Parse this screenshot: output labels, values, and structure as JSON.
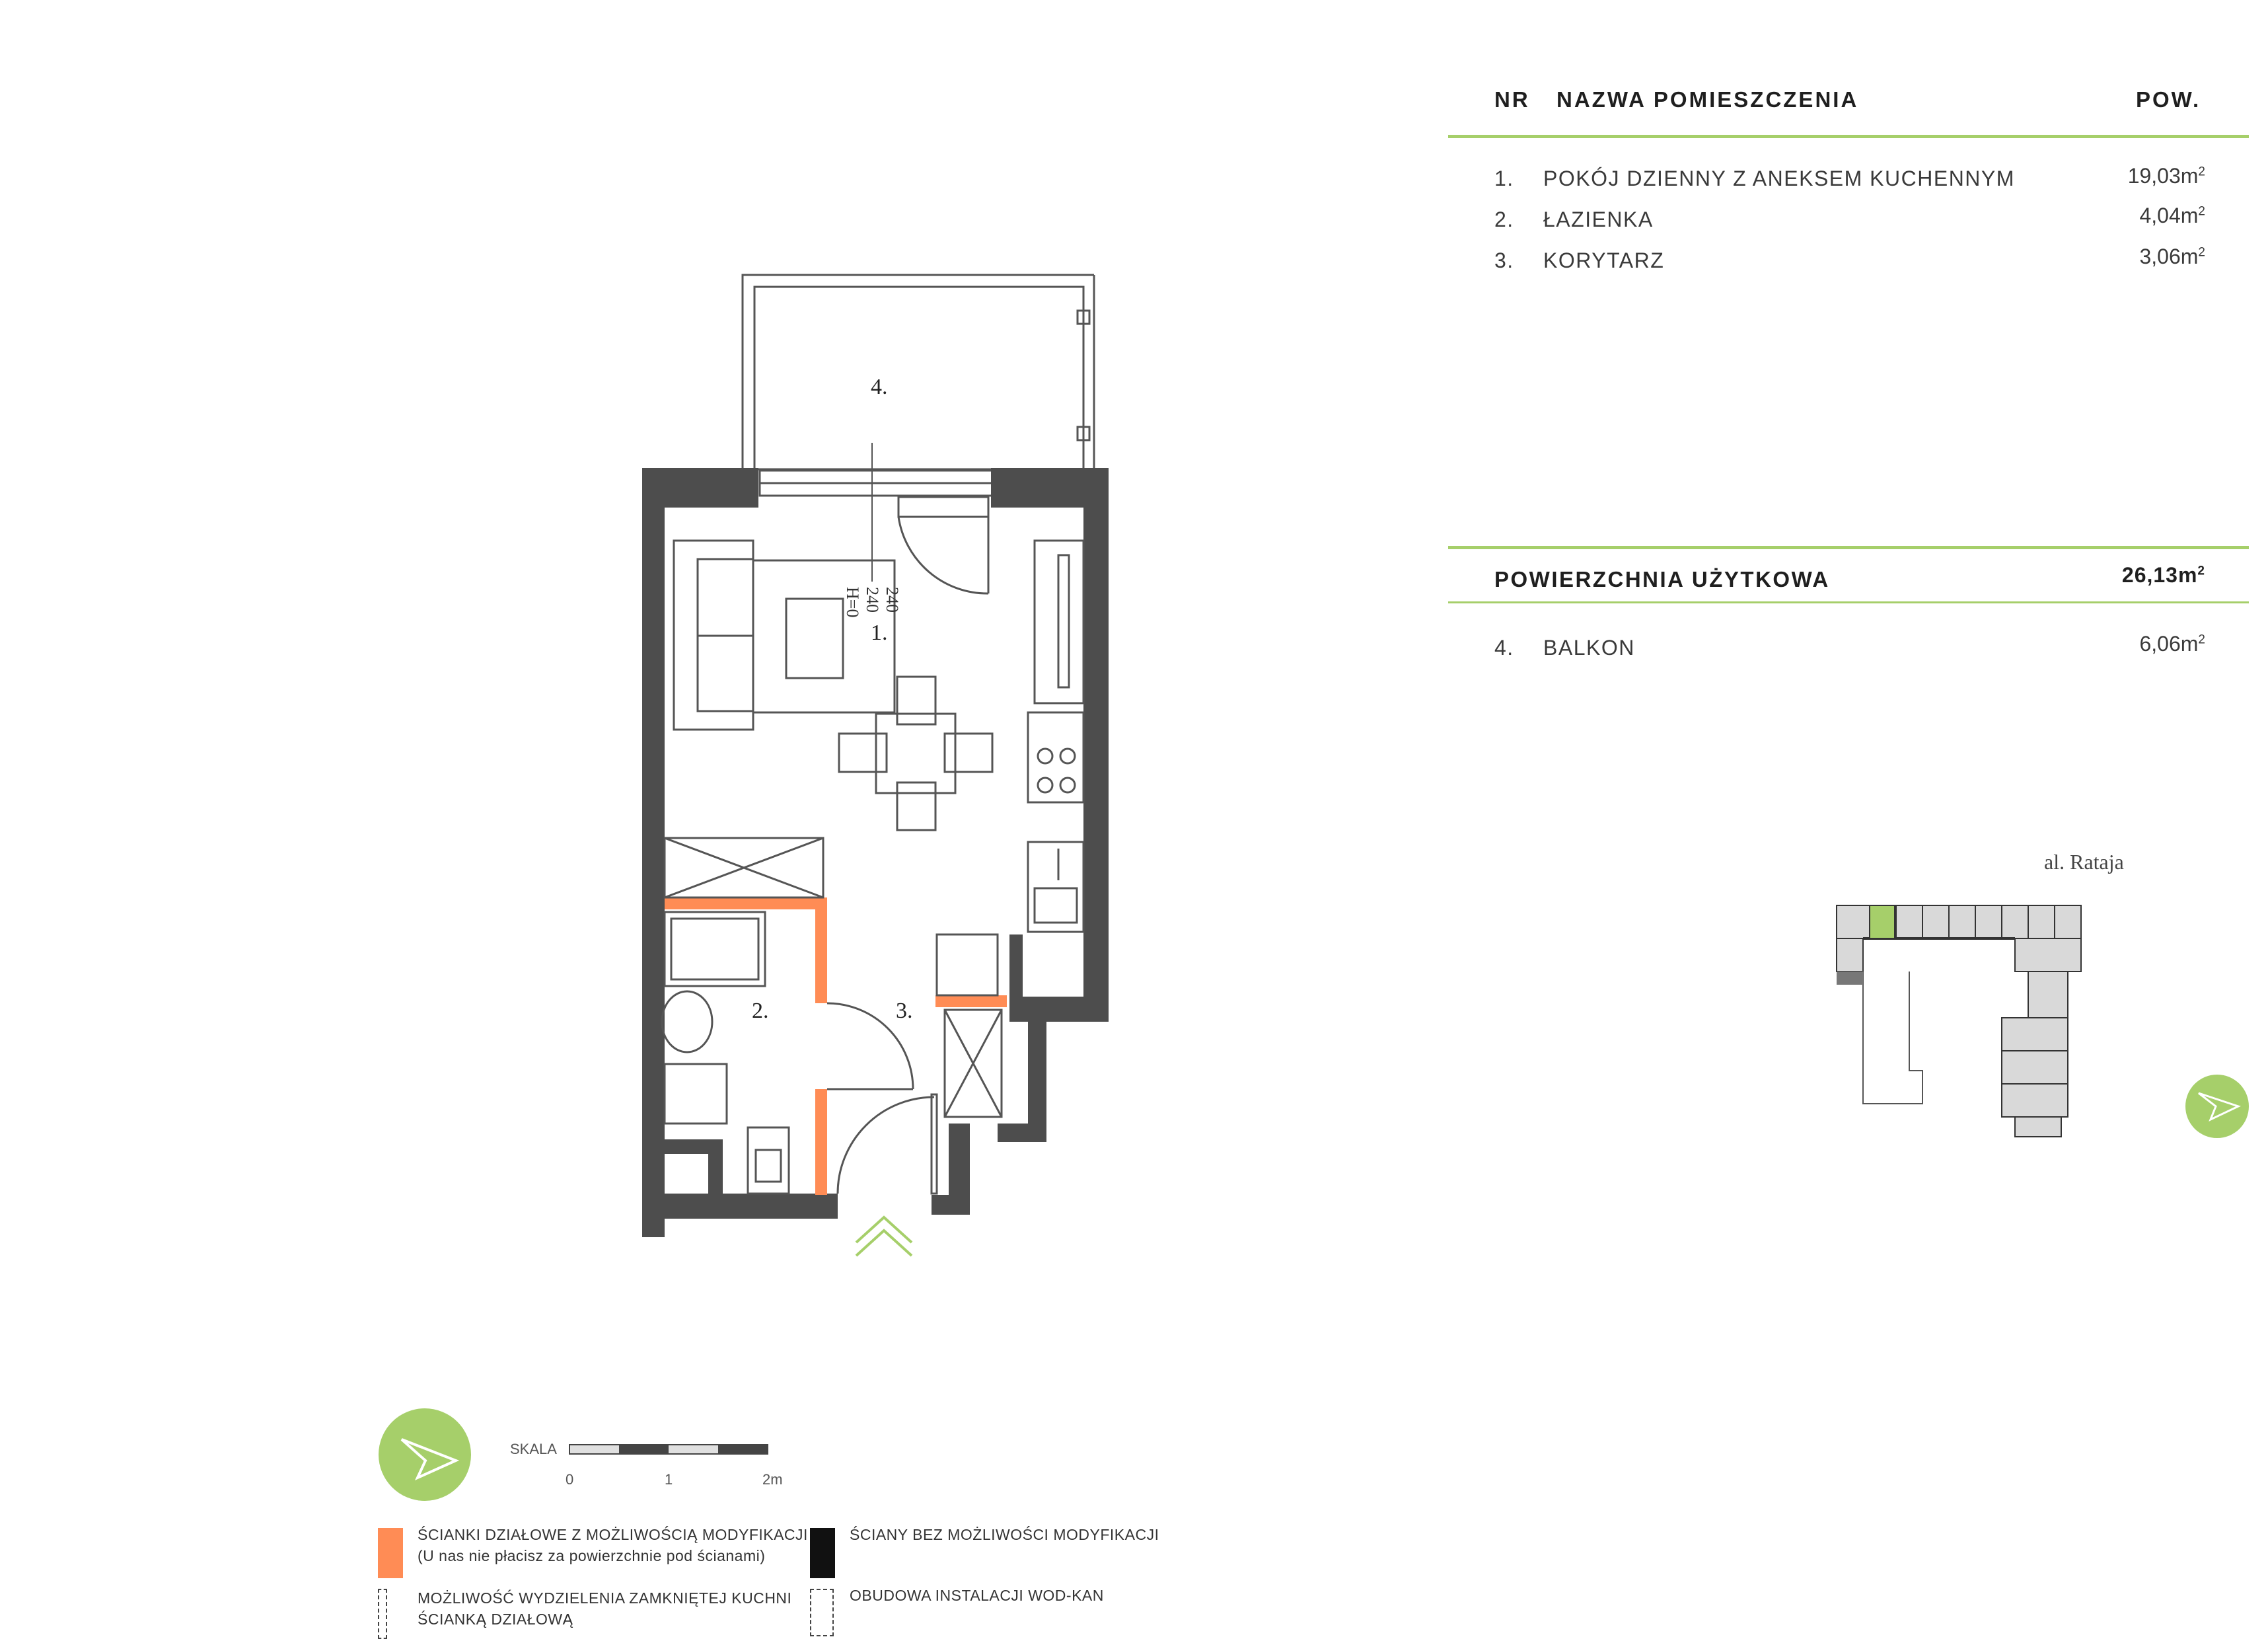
{
  "table": {
    "header_nr": "NR",
    "header_name": "NAZWA POMIESZCZENIA",
    "header_area": "POW.",
    "rooms": [
      {
        "nr": "1.",
        "name": "POKÓJ DZIENNY Z ANEKSEM KUCHENNYM",
        "area": "19,03m",
        "sup": "2"
      },
      {
        "nr": "2.",
        "name": "ŁAZIENKA",
        "area": "4,04m",
        "sup": "2"
      },
      {
        "nr": "3.",
        "name": "KORYTARZ",
        "area": "3,06m",
        "sup": "2"
      }
    ],
    "total_label": "POWIERZCHNIA UŻYTKOWA",
    "total_value": "26,13m",
    "total_sup": "2",
    "extra": [
      {
        "nr": "4.",
        "name": "BALKON",
        "area": "6,06m",
        "sup": "2"
      }
    ]
  },
  "plan": {
    "room_labels": [
      "1.",
      "2.",
      "3.",
      "4."
    ],
    "height_mark": [
      "240",
      "240",
      "H=0"
    ]
  },
  "site_map": {
    "street": "al. Rataja"
  },
  "scale": {
    "label": "SKALA",
    "ticks": [
      "0",
      "1",
      "2m"
    ]
  },
  "legend": {
    "modifiable_walls": "ŚCIANKI DZIAŁOWE Z MOŻLIWOŚCIĄ MODYFIKACJI",
    "modifiable_walls_note": "(U nas nie płacisz za powierzchnie pod ścianami)",
    "fixed_walls": "ŚCIANY BEZ MOŻLIWOŚCI MODYFIKACJI",
    "kitchen_line1": "MOŻLIWOŚĆ WYDZIELENIA ZAMKNIĘTEJ KUCHNI",
    "kitchen_line2": "ŚCIANKĄ DZIAŁOWĄ",
    "shaft": "OBUDOWA INSTALACJI WOD-KAN"
  },
  "colors": {
    "accent_green": "#a6cf6a",
    "orange_walls": "#ff8c55",
    "fixed_walls": "#4d4d4d"
  }
}
